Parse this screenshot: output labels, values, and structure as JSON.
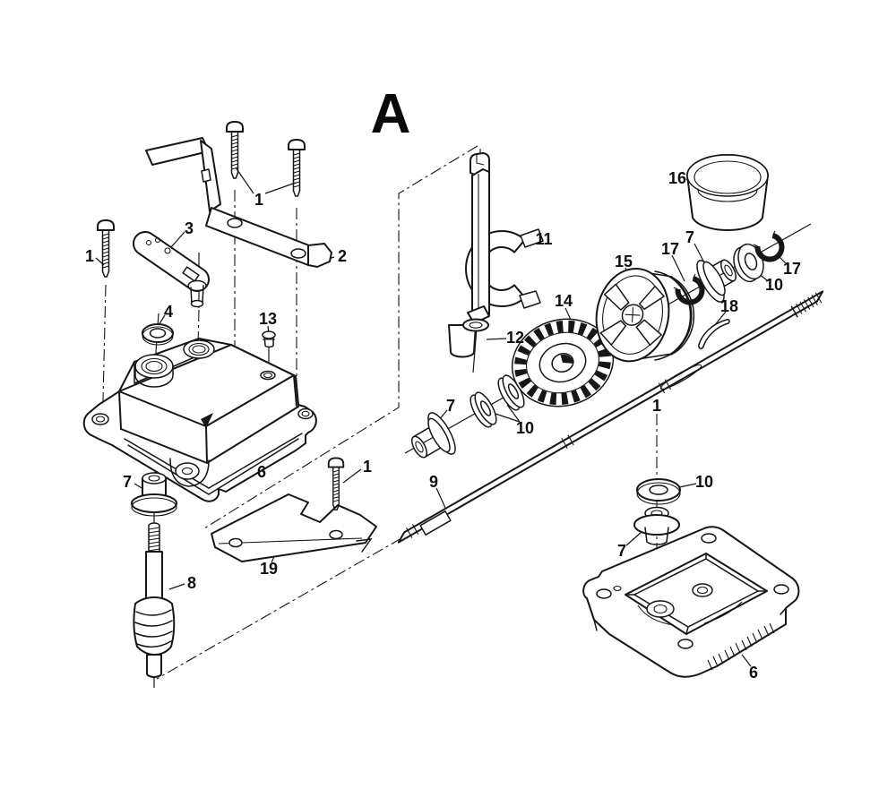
{
  "diagram": {
    "section_label": "A",
    "background_color": "#ffffff",
    "ink_color": "#161616",
    "callouts": [
      {
        "id": "screws-top-pair",
        "label": "1"
      },
      {
        "id": "mounting-bracket",
        "label": "2"
      },
      {
        "id": "shift-arm",
        "label": "3"
      },
      {
        "id": "screw-left",
        "label": "1"
      },
      {
        "id": "seal-washer",
        "label": "4"
      },
      {
        "id": "vent-plug",
        "label": "13"
      },
      {
        "id": "dust-cup",
        "label": "16"
      },
      {
        "id": "shift-fork",
        "label": "11"
      },
      {
        "id": "drive-pulley",
        "label": "15"
      },
      {
        "id": "retaining-clip-front",
        "label": "17"
      },
      {
        "id": "bushing-right",
        "label": "7"
      },
      {
        "id": "retaining-clip-rear",
        "label": "17"
      },
      {
        "id": "washer-right",
        "label": "10"
      },
      {
        "id": "drive-gear",
        "label": "14"
      },
      {
        "id": "spacer-bushing",
        "label": "12"
      },
      {
        "id": "shaft-key",
        "label": "18"
      },
      {
        "id": "gearcase-upper",
        "label": "6"
      },
      {
        "id": "bushing-left",
        "label": "7"
      },
      {
        "id": "bushing-middle",
        "label": "7"
      },
      {
        "id": "washers-middle",
        "label": "10"
      },
      {
        "id": "axle-shaft",
        "label": "9"
      },
      {
        "id": "screw-middle",
        "label": "1"
      },
      {
        "id": "shift-plate",
        "label": "19"
      },
      {
        "id": "worm-gear-shaft",
        "label": "8"
      },
      {
        "id": "screw-lower-right",
        "label": "1"
      },
      {
        "id": "washer-lower",
        "label": "10"
      },
      {
        "id": "bushing-lower",
        "label": "7"
      },
      {
        "id": "gearcase-lower",
        "label": "6"
      }
    ]
  }
}
